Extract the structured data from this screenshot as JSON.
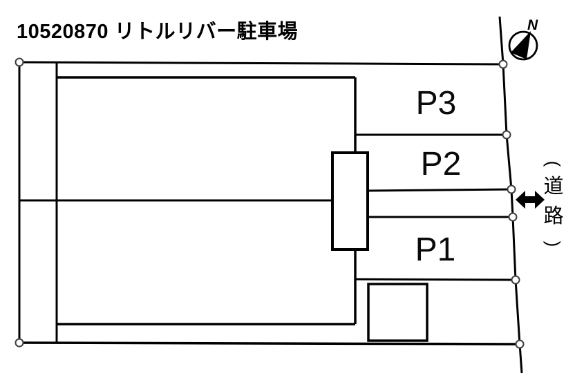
{
  "title": "10520870 リトルリバー駐車場",
  "compass": {
    "north_label": "N",
    "icon": "north-compass-icon"
  },
  "road": {
    "label": "（道路）",
    "chars": [
      "(",
      "道",
      "路",
      ")"
    ],
    "arrow_icon": "double-headed-arrow-icon"
  },
  "parking": {
    "spaces": [
      {
        "id": "P3",
        "label": "P3"
      },
      {
        "id": "P2",
        "label": "P2"
      },
      {
        "id": "P1",
        "label": "P1"
      }
    ]
  },
  "colors": {
    "line": "#000000",
    "background": "#ffffff",
    "vertex_fill": "#ffffff",
    "vertex_stroke": "#3f3f3f"
  }
}
